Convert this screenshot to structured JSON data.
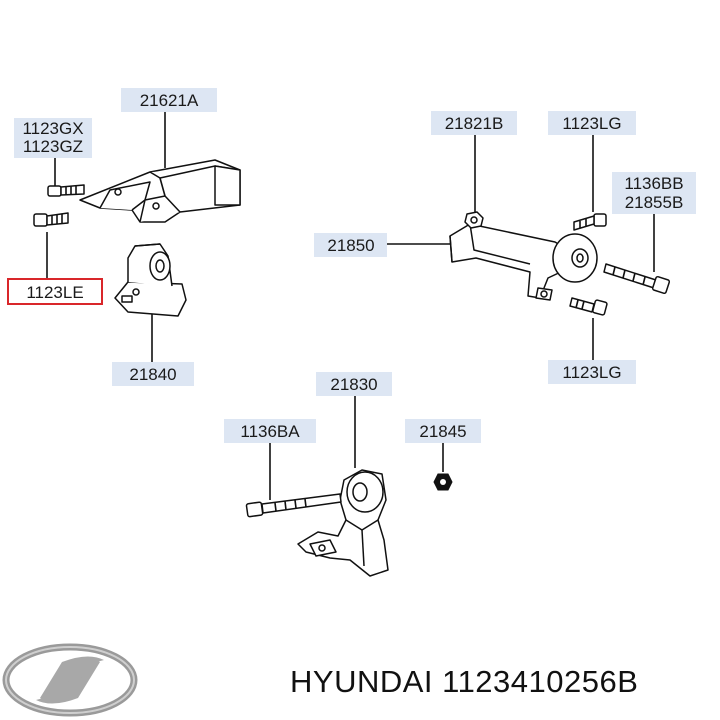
{
  "labels": {
    "p21621A": "21621A",
    "p1123GX": "1123GX",
    "p1123GZ": "1123GZ",
    "p1123LE": "1123LE",
    "p21840": "21840",
    "p21821B": "21821B",
    "p1123LG_top": "1123LG",
    "p1136BB": "1136BB",
    "p21855B": "21855B",
    "p21850": "21850",
    "p1123LG_bottom": "1123LG",
    "p21830": "21830",
    "p1136BA": "1136BA",
    "p21845": "21845"
  },
  "caption": "HYUNDAI 1123410256B",
  "colors": {
    "label_box": "#dde6f3",
    "highlight_border": "#d9262a",
    "line": "#111111"
  },
  "icons": {
    "logo": "hyundai-logo-icon"
  }
}
